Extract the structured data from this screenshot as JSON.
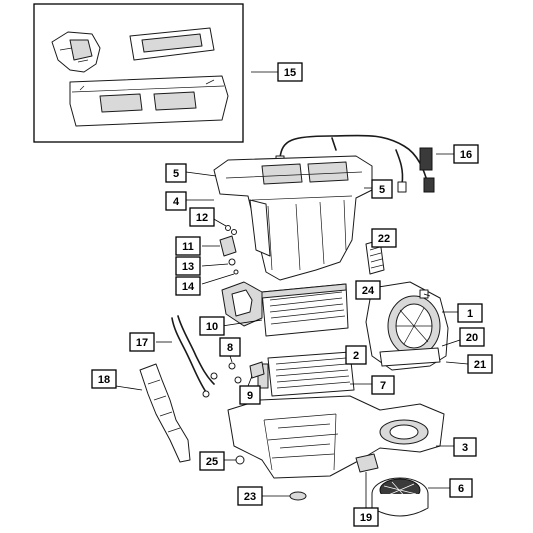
{
  "callouts": [
    {
      "id": "c1",
      "label": "1"
    },
    {
      "id": "c2",
      "label": "2"
    },
    {
      "id": "c3",
      "label": "3"
    },
    {
      "id": "c4",
      "label": "4"
    },
    {
      "id": "c5a",
      "label": "5"
    },
    {
      "id": "c5b",
      "label": "5"
    },
    {
      "id": "c6",
      "label": "6"
    },
    {
      "id": "c7",
      "label": "7"
    },
    {
      "id": "c8",
      "label": "8"
    },
    {
      "id": "c9",
      "label": "9"
    },
    {
      "id": "c10",
      "label": "10"
    },
    {
      "id": "c11",
      "label": "11"
    },
    {
      "id": "c12",
      "label": "12"
    },
    {
      "id": "c13",
      "label": "13"
    },
    {
      "id": "c14",
      "label": "14"
    },
    {
      "id": "c15",
      "label": "15"
    },
    {
      "id": "c16",
      "label": "16"
    },
    {
      "id": "c17",
      "label": "17"
    },
    {
      "id": "c18",
      "label": "18"
    },
    {
      "id": "c19",
      "label": "19"
    },
    {
      "id": "c20",
      "label": "20"
    },
    {
      "id": "c21",
      "label": "21"
    },
    {
      "id": "c22",
      "label": "22"
    },
    {
      "id": "c23",
      "label": "23"
    },
    {
      "id": "c24",
      "label": "24"
    },
    {
      "id": "c25",
      "label": "25"
    }
  ]
}
